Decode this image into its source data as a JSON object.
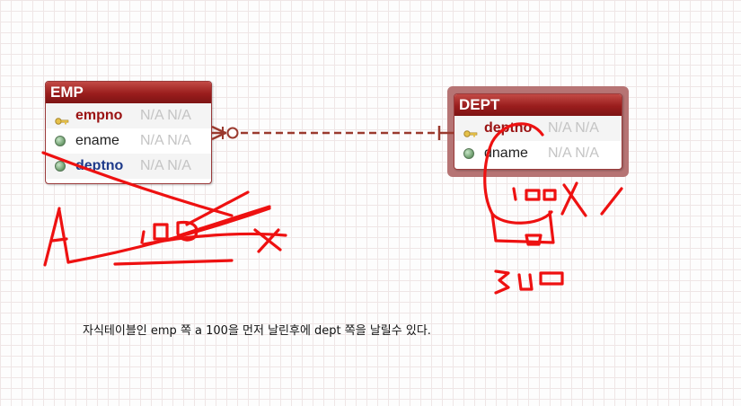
{
  "emp": {
    "title": "EMP",
    "columns": [
      {
        "name": "empno",
        "type": "N/A N/A",
        "kind": "primary-key"
      },
      {
        "name": "ename",
        "type": "N/A N/A",
        "kind": "attribute"
      },
      {
        "name": "deptno",
        "type": "N/A N/A",
        "kind": "foreign-key"
      }
    ]
  },
  "dept": {
    "title": "DEPT",
    "columns": [
      {
        "name": "deptno",
        "type": "N/A N/A",
        "kind": "primary-key"
      },
      {
        "name": "dname",
        "type": "N/A N/A",
        "kind": "attribute"
      }
    ]
  },
  "caption": "자식테이블인 emp 쪽  a 100을 먼저 날린후에 dept 쪽을 날릴수 있다.",
  "colors": {
    "header": "#9a1d1d",
    "relationship_line": "#9a3a2e",
    "annotation": "#ee1111",
    "selection_frame": "#b67474"
  },
  "icons": {
    "primary_key": "key-icon",
    "attribute": "attribute-dot-icon"
  }
}
